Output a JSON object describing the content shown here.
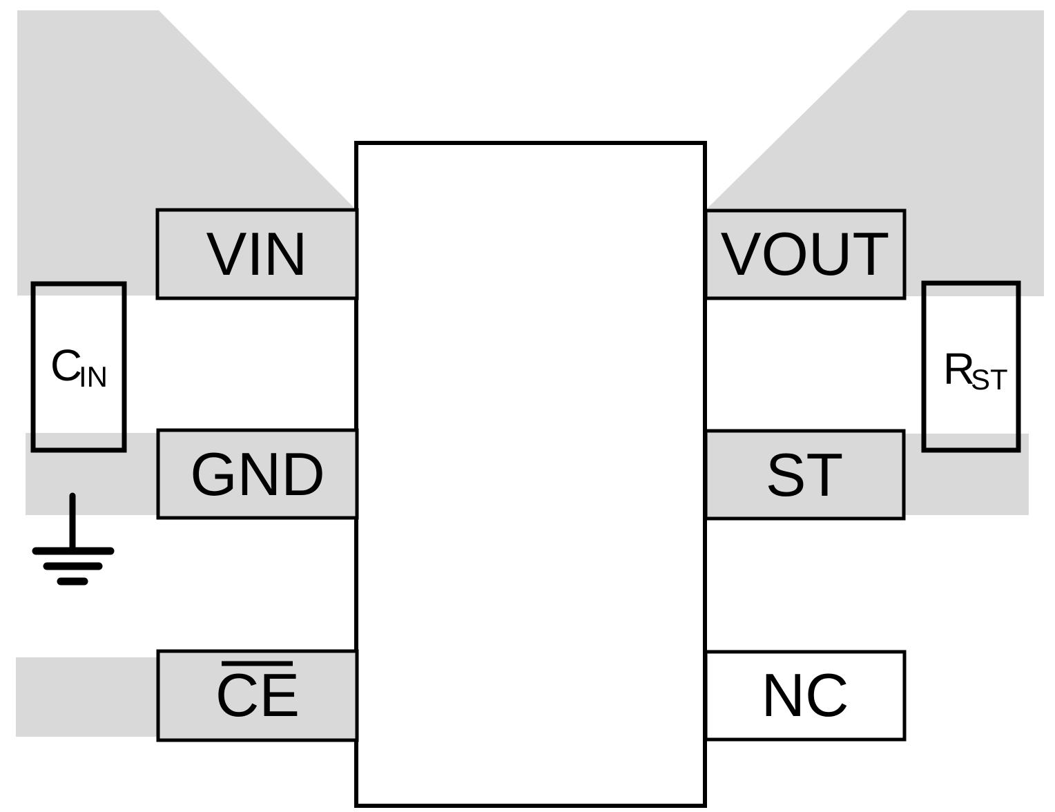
{
  "diagram": {
    "colors": {
      "copper": "#d9d9d9",
      "line": "#000000",
      "background": "#ffffff"
    },
    "pins": {
      "vin": {
        "label": "VIN"
      },
      "gnd": {
        "label": "GND"
      },
      "ce": {
        "label": "CE",
        "overline": true
      },
      "vout": {
        "label": "VOUT"
      },
      "st": {
        "label": "ST"
      },
      "nc": {
        "label": "NC"
      }
    },
    "components": {
      "cin": {
        "symbol": "C",
        "subscript": "IN"
      },
      "rst": {
        "symbol": "R",
        "subscript": "ST"
      }
    }
  }
}
